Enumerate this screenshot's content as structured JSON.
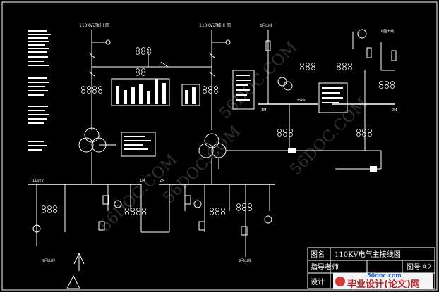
{
  "diagram": {
    "bus_labels": {
      "top_left_feeder": "110KV进线 I 回",
      "top_right_feeder": "110KV进线 II 回",
      "bus_110kv": "110kV",
      "bus_35kv": "35kV",
      "bus_1m_35": "1M",
      "bus_2m_35": "2M",
      "bus_1m_10": "1M",
      "bus_2m_10": "2M"
    },
    "feeder_labels": {
      "outgoing_top_left": "6回出线",
      "outgoing_top_right": "6回出线",
      "outgoing_bottom_left": "9回出线",
      "outgoing_bottom_right": "9回出线"
    }
  },
  "title_block": {
    "name_label": "图名",
    "name_value": "110KV电气主接线图",
    "advisor_label": "指导老师",
    "sheet_label": "图号",
    "sheet_value": "A2",
    "designer_label": "设计"
  },
  "watermarks": [
    "56DOC.COM",
    "56DOC.COM",
    "56DOC.COM",
    "56DOC.COM"
  ],
  "logo": {
    "url_text": "56doc.com",
    "main_text": "毕业设计(论文)网"
  },
  "colors": {
    "background": "#000000",
    "lines": "#ffffff",
    "title_block_border": "#ffffff",
    "logo_red": "#b3242b",
    "logo_blue": "#2a6ad8"
  }
}
